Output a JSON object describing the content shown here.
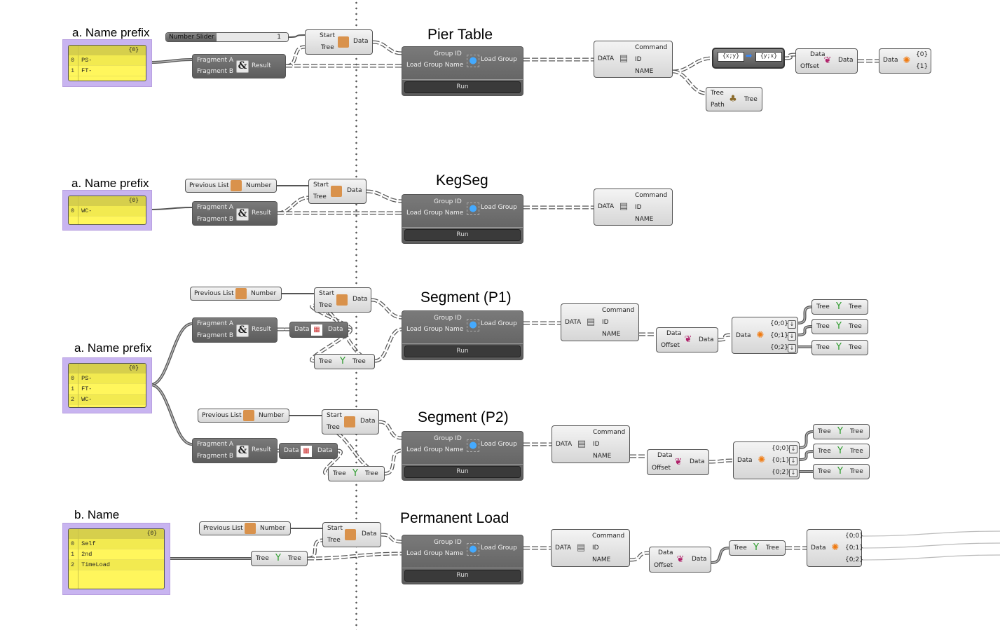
{
  "canvas": {
    "divider": "group-divider"
  },
  "rows": [
    {
      "title": "Pier Table",
      "panel": {
        "label": "a. Name prefix",
        "path": "{0}",
        "items": [
          {
            "i": "0",
            "v": "PS-"
          },
          {
            "i": "1",
            "v": "FT-"
          }
        ]
      },
      "slider": {
        "name": "Number Slider",
        "value": "1"
      },
      "concat": {
        "in_a": "Fragment A",
        "in_b": "Fragment B",
        "out": "Result"
      },
      "shift": {
        "in_start": "Start",
        "in_tree": "Tree",
        "out": "Data"
      },
      "load_group": {
        "in_id": "Group ID",
        "in_name": "Load Group Name",
        "out": "Load Group",
        "run": "Run"
      },
      "explode": {
        "in": "DATA",
        "out_cmd": "Command",
        "out_id": "ID",
        "out_name": "NAME"
      },
      "relative": {
        "from": "{x;y}",
        "to": "{y;x}"
      },
      "shift_paths": {
        "in_data": "Data",
        "in_offset": "Offset",
        "out": "Data"
      },
      "explode_tree": {
        "in": "Data",
        "outs": [
          "{0}",
          "{1}"
        ]
      },
      "prune": {
        "in_tree": "Tree",
        "in_path": "Path",
        "out": "Tree"
      }
    },
    {
      "title": "KegSeg",
      "panel": {
        "label": "a. Name prefix",
        "path": "{0}",
        "items": [
          {
            "i": "0",
            "v": "WC-"
          }
        ]
      },
      "prev": {
        "in": "Previous List",
        "out": "Number"
      },
      "concat": {
        "in_a": "Fragment A",
        "in_b": "Fragment B",
        "out": "Result"
      },
      "shift": {
        "in_start": "Start",
        "in_tree": "Tree",
        "out": "Data"
      },
      "load_group": {
        "in_id": "Group ID",
        "in_name": "Load Group Name",
        "out": "Load Group",
        "run": "Run"
      },
      "explode": {
        "in": "DATA",
        "out_cmd": "Command",
        "out_id": "ID",
        "out_name": "NAME"
      }
    },
    {
      "title": "Segment (P1)",
      "panel": {
        "label": "a. Name prefix",
        "path": "{0}",
        "items": [
          {
            "i": "0",
            "v": "PS-"
          },
          {
            "i": "1",
            "v": "FT-"
          },
          {
            "i": "2",
            "v": "WC-"
          }
        ]
      },
      "prev": {
        "in": "Previous List",
        "out": "Number"
      },
      "concat": {
        "in_a": "Fragment A",
        "in_b": "Fragment B",
        "out": "Result"
      },
      "flatten_data": {
        "in": "Data",
        "out": "Data"
      },
      "graft": {
        "in": "Tree",
        "out": "Tree"
      },
      "shift": {
        "in_start": "Start",
        "in_tree": "Tree",
        "out": "Data"
      },
      "load_group": {
        "in_id": "Group ID",
        "in_name": "Load Group Name",
        "out": "Load Group",
        "run": "Run"
      },
      "explode": {
        "in": "DATA",
        "out_cmd": "Command",
        "out_id": "ID",
        "out_name": "NAME"
      },
      "shift_paths": {
        "in_data": "Data",
        "in_offset": "Offset",
        "out": "Data"
      },
      "explode_tree": {
        "in": "Data",
        "outs": [
          "{0;0}",
          "{0;1}",
          "{0;2}"
        ]
      },
      "grafts_out": [
        {
          "in": "Tree",
          "out": "Tree"
        },
        {
          "in": "Tree",
          "out": "Tree"
        },
        {
          "in": "Tree",
          "out": "Tree"
        }
      ]
    },
    {
      "title": "Segment (P2)",
      "prev": {
        "in": "Previous List",
        "out": "Number"
      },
      "concat": {
        "in_a": "Fragment A",
        "in_b": "Fragment B",
        "out": "Result"
      },
      "flatten_data": {
        "in": "Data",
        "out": "Data"
      },
      "graft": {
        "in": "Tree",
        "out": "Tree"
      },
      "shift": {
        "in_start": "Start",
        "in_tree": "Tree",
        "out": "Data"
      },
      "load_group": {
        "in_id": "Group ID",
        "in_name": "Load Group Name",
        "out": "Load Group",
        "run": "Run"
      },
      "explode": {
        "in": "DATA",
        "out_cmd": "Command",
        "out_id": "ID",
        "out_name": "NAME"
      },
      "shift_paths": {
        "in_data": "Data",
        "in_offset": "Offset",
        "out": "Data"
      },
      "explode_tree": {
        "in": "Data",
        "outs": [
          "{0;0}",
          "{0;1}",
          "{0;2}"
        ]
      },
      "grafts_out": [
        {
          "in": "Tree",
          "out": "Tree"
        },
        {
          "in": "Tree",
          "out": "Tree"
        },
        {
          "in": "Tree",
          "out": "Tree"
        }
      ]
    },
    {
      "title": "Permanent Load",
      "panel": {
        "label": "b. Name",
        "path": "{0}",
        "items": [
          {
            "i": "0",
            "v": "Self"
          },
          {
            "i": "1",
            "v": "2nd"
          },
          {
            "i": "2",
            "v": "TimeLoad"
          }
        ]
      },
      "prev": {
        "in": "Previous List",
        "out": "Number"
      },
      "graft": {
        "in": "Tree",
        "out": "Tree"
      },
      "shift": {
        "in_start": "Start",
        "in_tree": "Tree",
        "out": "Data"
      },
      "load_group": {
        "in_id": "Group ID",
        "in_name": "Load Group Name",
        "out": "Load Group",
        "run": "Run"
      },
      "explode": {
        "in": "DATA",
        "out_cmd": "Command",
        "out_id": "ID",
        "out_name": "NAME"
      },
      "shift_paths": {
        "in_data": "Data",
        "in_offset": "Offset",
        "out": "Data"
      },
      "graft2": {
        "in": "Tree",
        "out": "Tree"
      },
      "explode_tree": {
        "in": "Data",
        "outs": [
          "{0;0}",
          "{0;1}",
          "{0;2}"
        ]
      }
    }
  ],
  "colors": {
    "panel_bg": "#fff65c",
    "panel_group": "#c8b4f0",
    "dark_comp": "#666666",
    "light_comp": "#e4e4e4",
    "wire": "#7a7a7a"
  }
}
